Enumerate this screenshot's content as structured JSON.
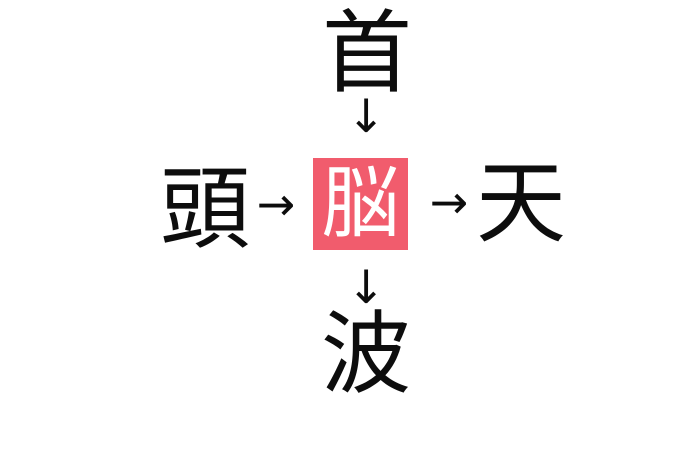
{
  "puzzle": {
    "top_char": "首",
    "left_char": "頭",
    "center_char": "脳",
    "right_char": "天",
    "bottom_char": "波",
    "arrow_down": "↓",
    "arrow_right": "→"
  },
  "colors": {
    "background": "#ffffff",
    "text": "#0d0d0d",
    "center_box_bg": "#f15c6d",
    "center_char": "#ffffff"
  }
}
